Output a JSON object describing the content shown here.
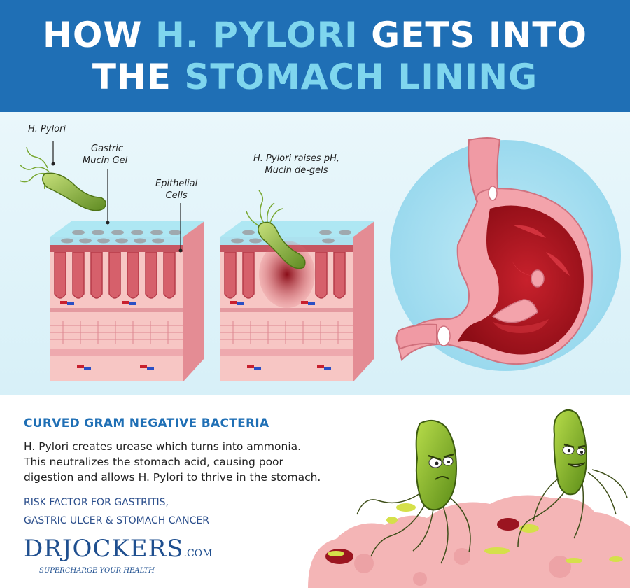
{
  "header": {
    "line1_a": "HOW ",
    "line1_b": "H. PYLORI",
    "line1_c": " GETS INTO",
    "line2_a": "THE ",
    "line2_b": "STOMACH LINING",
    "background": "#1f6fb5",
    "highlight": "#7fd6ee"
  },
  "diagram": {
    "labels": {
      "h_pylori": "H. Pylori",
      "gastric_1": "Gastric",
      "gastric_2": "Mucin Gel",
      "epithelial_1": "Epithelial",
      "epithelial_2": "Cells",
      "raises_1": "H. Pylori raises pH,",
      "raises_2": "Mucin de-gels"
    }
  },
  "info": {
    "heading": "CURVED GRAM NEGATIVE BACTERIA",
    "body": [
      "H. Pylori creates urease which turns into ammonia.",
      "This neutralizes the stomach acid, causing poor",
      "digestion and allows H. Pylori to thrive in the stomach."
    ],
    "risk": [
      "RISK FACTOR FOR GASTRITIS,",
      "GASTRIC ULCER & STOMACH CANCER"
    ]
  },
  "logo": {
    "name_a": "DR",
    "name_b": "JOCKERS",
    "name_c": ".COM",
    "tagline": "SUPERCHARGE YOUR HEALTH"
  },
  "colors": {
    "tissue_pink": "#f2a7ae",
    "tissue_red": "#c9505d",
    "mucus_blue": "#9fe0ee",
    "bacteria_green": "#8cb840",
    "stomach_red": "#b3121e"
  }
}
